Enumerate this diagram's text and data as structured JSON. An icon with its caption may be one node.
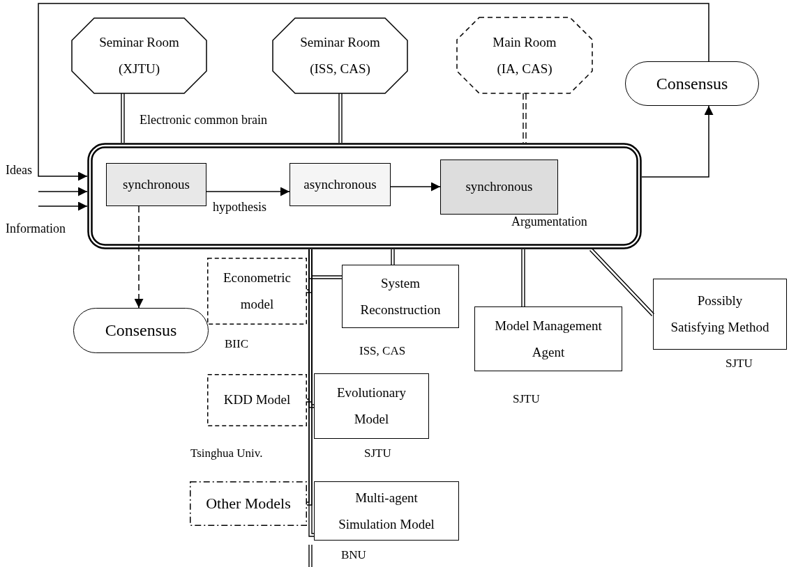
{
  "diagram": {
    "nodes": [
      {
        "text": [
          "Seminar Room (XJTU)"
        ]
      },
      {
        "text": [
          "Seminar Room (ISS, CAS)"
        ]
      },
      {
        "text": [
          "Main Room (IA, CAS)"
        ]
      },
      {
        "text": [
          "Consensus"
        ]
      },
      {
        "text": [
          "Electronic common brain",
          "Argumentation"
        ]
      },
      {
        "text": [
          "synchronous"
        ],
        "in": 4
      },
      {
        "text": [
          "asynchronous"
        ],
        "in": 4
      },
      {
        "text": [
          "synchronous"
        ],
        "in": 4
      },
      {
        "text": [
          "Consensus"
        ]
      },
      {
        "text": [
          "Econometric model"
        ],
        "beside": [
          "BIIC"
        ]
      },
      {
        "text": [
          "System Reconstruction"
        ],
        "beside": [
          "ISS, CAS"
        ]
      },
      {
        "text": [
          "Model Management Agent"
        ],
        "beside": [
          "SJTU"
        ]
      },
      {
        "text": [
          "Possibly Satisfying Method"
        ],
        "beside": [
          "SJTU"
        ]
      },
      {
        "text": [
          "KDD Model"
        ],
        "beside": [
          "Tsinghua Univ."
        ]
      },
      {
        "text": [
          "Evolutionary Model"
        ],
        "beside": [
          "SJTU"
        ]
      },
      {
        "text": [
          "Other Models"
        ]
      },
      {
        "text": [
          "Multi-agent Simulation Model"
        ],
        "beside": [
          "BNU"
        ]
      }
    ],
    "edges": [
      {
        "from": 0,
        "to": 4,
        "arrow": "none"
      },
      {
        "from": 1,
        "to": 4,
        "arrow": "none"
      },
      {
        "from": 2,
        "to": 4,
        "arrow": "none",
        "style": "dashed"
      },
      {
        "from": 4,
        "to": 3,
        "arrow": "to"
      },
      {
        "from": 3,
        "to": 4,
        "arrow": "to"
      },
      {
        "from": null,
        "to": 4,
        "arrow": "to"
      },
      {
        "from": null,
        "to": 4,
        "arrow": "to"
      },
      {
        "from": 5,
        "to": 6,
        "arrow": "to",
        "label": "hypothesis"
      },
      {
        "from": 6,
        "to": 7,
        "arrow": "to"
      },
      {
        "from": 5,
        "to": 8,
        "arrow": "to",
        "style": "dashed"
      },
      {
        "from": 4,
        "to": 10,
        "arrow": "none"
      },
      {
        "from": 4,
        "to": 11,
        "arrow": "none"
      },
      {
        "from": 4,
        "to": 12,
        "arrow": "none"
      },
      {
        "from": 4,
        "to": 9,
        "arrow": "none"
      },
      {
        "from": 4,
        "to": 10,
        "arrow": "none"
      },
      {
        "from": 4,
        "to": 13,
        "arrow": "none"
      },
      {
        "from": 4,
        "to": 14,
        "arrow": "none"
      },
      {
        "from": 4,
        "to": 15,
        "arrow": "none"
      },
      {
        "from": 4,
        "to": 16,
        "arrow": "none"
      }
    ],
    "labels": [
      "Ideas",
      "Information"
    ]
  }
}
